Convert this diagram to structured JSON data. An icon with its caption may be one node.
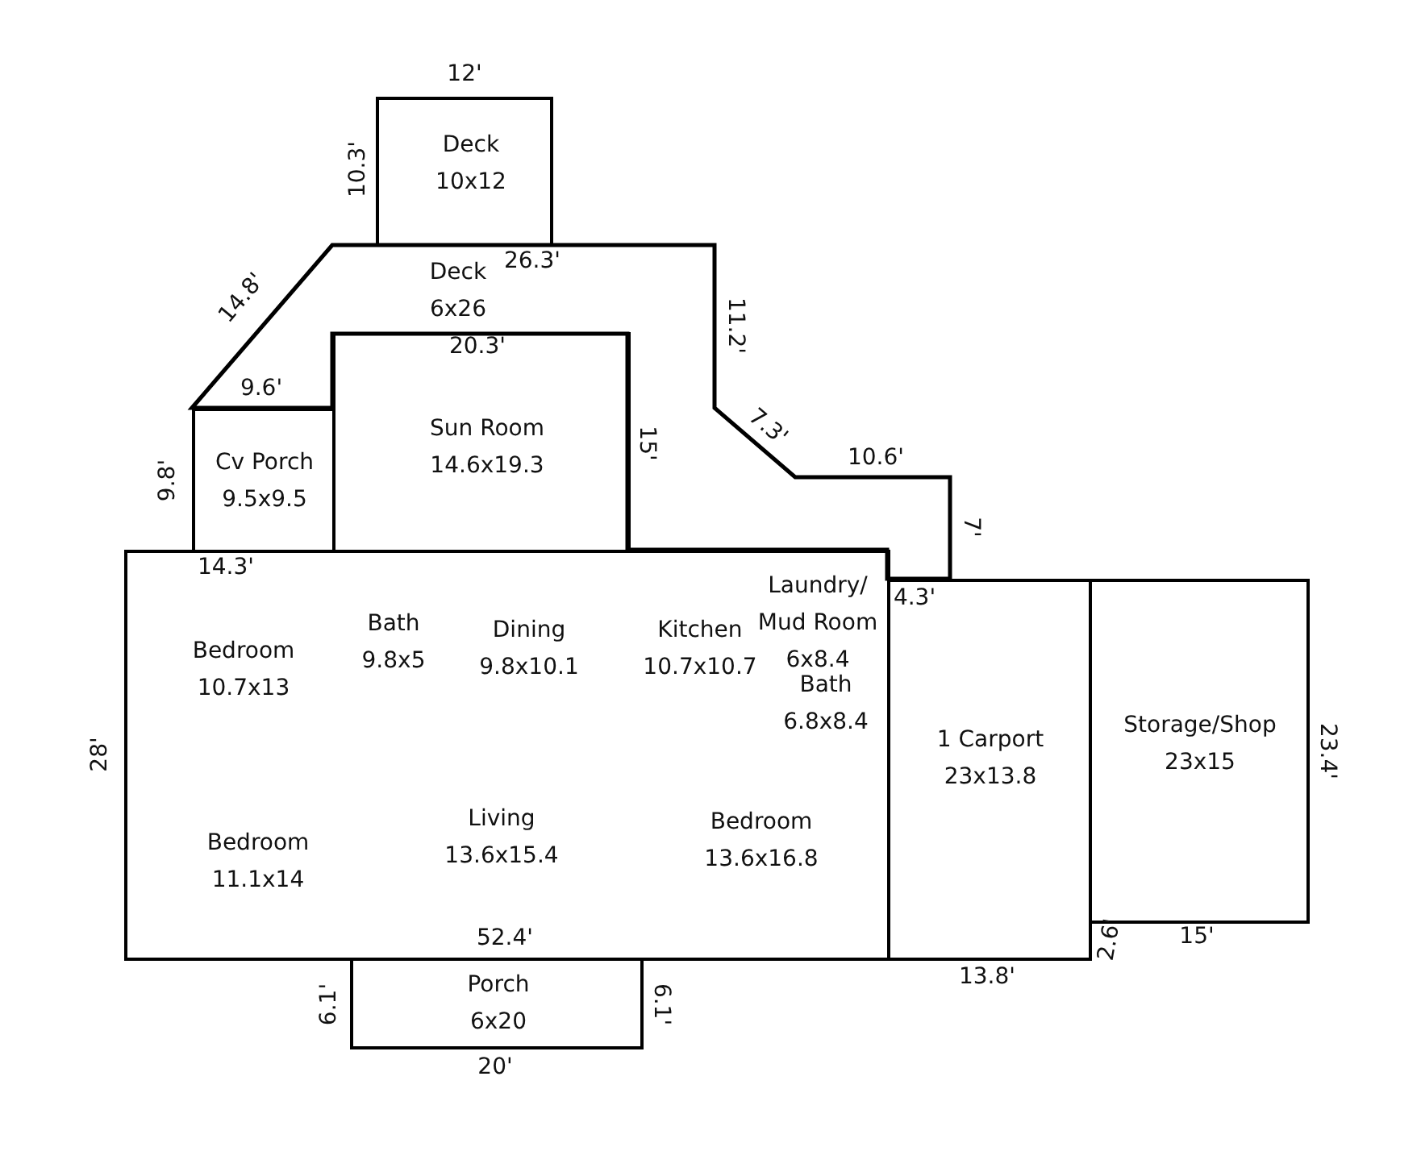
{
  "diagram": {
    "nodes": [
      {
        "text": [
          "Deck",
          "10x12"
        ]
      },
      {
        "text": [
          "Deck",
          "6x26"
        ]
      },
      {
        "text": [
          "Cv Porch",
          "9.5x9.5"
        ]
      },
      {
        "text": [
          "Sun Room",
          "14.6x19.3"
        ]
      },
      {
        "text": [],
        "shape": "box"
      },
      {
        "text": [
          "Bedroom",
          "10.7x13"
        ],
        "in": 4
      },
      {
        "text": [
          "Bath",
          "9.8x5"
        ],
        "in": 4
      },
      {
        "text": [
          "Dining",
          "9.8x10.1"
        ],
        "in": 4
      },
      {
        "text": [
          "Kitchen",
          "10.7x10.7"
        ],
        "in": 4
      },
      {
        "text": [
          "Laundry/ Mud Room",
          "6x8.4"
        ],
        "in": 4
      },
      {
        "text": [
          "Bath",
          "6.8x8.4"
        ],
        "in": 4
      },
      {
        "text": [
          "Bedroom",
          "11.1x14"
        ],
        "in": 4
      },
      {
        "text": [
          "Living",
          "13.6x15.4"
        ],
        "in": 4
      },
      {
        "text": [
          "Bedroom",
          "13.6x16.8"
        ],
        "in": 4
      },
      {
        "text": [
          "1 Carport",
          "23x13.8"
        ]
      },
      {
        "text": [
          "Storage/Shop",
          "23x15"
        ]
      },
      {
        "text": [
          "Porch",
          "6x20"
        ]
      }
    ],
    "labels": [
      "12'",
      "10.3'",
      "26.3'",
      "14.8'",
      "11.2'",
      "20.3'",
      "9.6'",
      "15'",
      "7.3'",
      "10.6'",
      "9.8'",
      "7'",
      "14.3'",
      "4.3'",
      "28'",
      "23.4'",
      "52.4'",
      "2.6'",
      "15'",
      "6.1'",
      "6.1'",
      "13.8'",
      "20'"
    ]
  }
}
